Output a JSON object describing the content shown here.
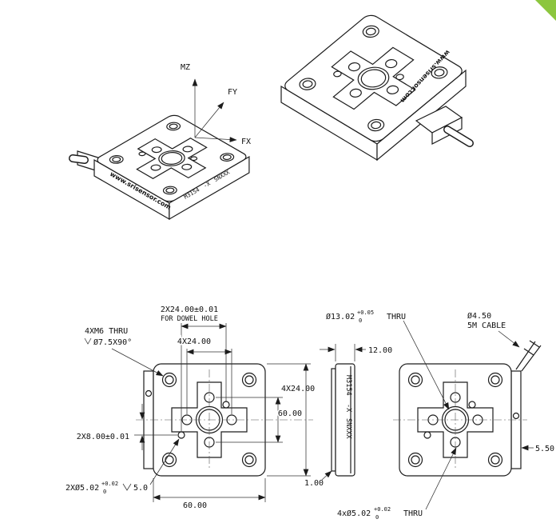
{
  "page": {
    "bg": "#ffffff",
    "corner_badge_color": "#8cc63e"
  },
  "branding": {
    "site": "www.srisensor.com",
    "model": "M3154",
    "variant": "-X",
    "serial": "SNXXX"
  },
  "axes": {
    "mz": "MZ",
    "fy": "FY",
    "fx": "FX"
  },
  "front_view": {
    "dowel_pitch": "2X24.00±0.01",
    "dowel_note": "FOR DOWEL HOLE",
    "hole_pitch_top": "4X24.00",
    "m6_callout": "4XM6 THRU",
    "m6_countersink": "Ø7.5X90°",
    "hole_pitch_right": "4X24.00",
    "height": "60.00",
    "dowel_offset": "2X8.00±0.01",
    "dowel_dia": "2XØ5.02",
    "dowel_tol_upper": "+0.02",
    "dowel_tol_lower": "0",
    "dowel_depth": "5.0",
    "width": "60.00"
  },
  "side_view": {
    "thickness": "12.00",
    "plate_thickness": "1.00"
  },
  "back_view": {
    "center_dia": "Ø13.02",
    "center_tol_upper": "+0.05",
    "center_tol_lower": "0",
    "center_thru": "THRU",
    "cable_dia": "Ø4.50",
    "cable_note": "5M CABLE",
    "tab_width": "5.50",
    "holes_dia": "4xØ5.02",
    "holes_tol_upper": "+0.02",
    "holes_tol_lower": "0",
    "holes_thru": "THRU"
  }
}
